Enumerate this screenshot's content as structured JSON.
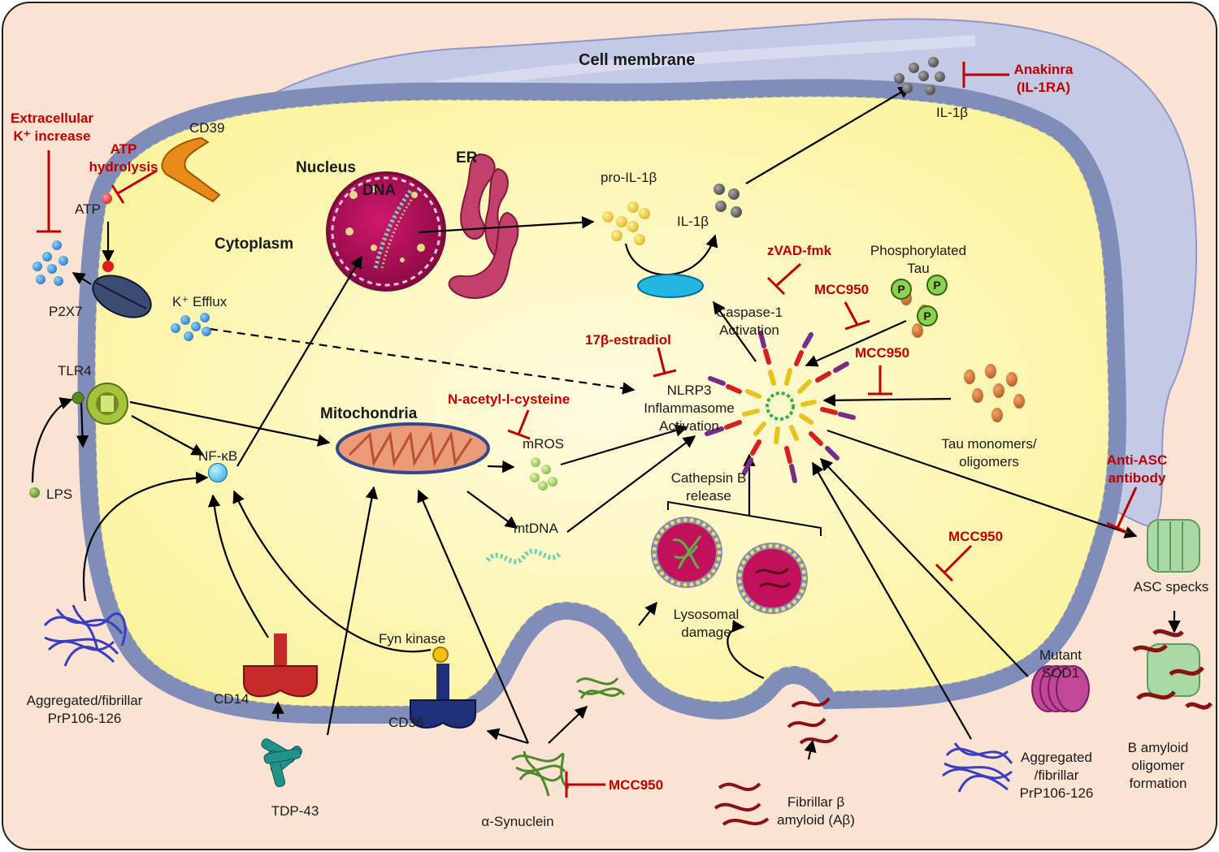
{
  "title": "Cell membrane",
  "compartments": {
    "nucleus": "Nucleus",
    "dna": "DNA",
    "er": "ER",
    "cytoplasm": "Cytoplasm",
    "mitochondria": "Mitochondria"
  },
  "labels": {
    "cd39": "CD39",
    "atp": "ATP",
    "p2x7": "P2X7",
    "k_efflux": "K⁺ Efflux",
    "tlr4": "TLR4",
    "lps": "LPS",
    "nfkb": "NF-κB",
    "pro_il1b": "pro-IL-1β",
    "il1b_inner": "IL-1β",
    "il1b_outer": "IL-1β",
    "caspase1_line1": "Caspase-1",
    "caspase1_line2": "Activation",
    "nlrp3_line1": "NLRP3",
    "nlrp3_line2": "Inflammasome",
    "nlrp3_line3": "Activation",
    "mros": "mROS",
    "mtdna": "mtDNA",
    "cathepsin_line1": "Cathepsin B",
    "cathepsin_line2": "release",
    "lysosomal_line1": "Lysosomal",
    "lysosomal_line2": "damage",
    "ptau_line1": "Phosphorylated",
    "ptau_line2": "Tau",
    "tau_mono_line1": "Tau monomers/",
    "tau_mono_line2": "oligomers",
    "asc_specks": "ASC specks",
    "bamyloid_line1": "B amyloid",
    "bamyloid_line2": "oligomer",
    "bamyloid_line3": "formation",
    "mutant_sod1_line1": "Mutant",
    "mutant_sod1_line2": "SOD1",
    "prp_right_line1": "Aggregated",
    "prp_right_line2": "/fibrillar",
    "prp_right_line3": "PrP106-126",
    "fibrillar_ab_line1": "Fibrillar β",
    "fibrillar_ab_line2": "amyloid (Aβ)",
    "asyn": "α-Synuclein",
    "cd36": "CD36",
    "fyn": "Fyn kinase",
    "cd14": "CD14",
    "tdp43": "TDP-43",
    "prp_left_line1": "Aggregated/fibrillar",
    "prp_left_line2": "PrP106-126",
    "p_marker": "P"
  },
  "inhibitors": {
    "extracellular_k_line1": "Extracellular",
    "extracellular_k_line2": "K⁺ increase",
    "atp_hydrolysis_line1": "ATP",
    "atp_hydrolysis_line2": "hydrolysis",
    "anakinra_line1": "Anakinra",
    "anakinra_line2": "(IL-1RA)",
    "zvad": "zVAD-fmk",
    "mcc950_ptau": "MCC950",
    "mcc950_tau": "MCC950",
    "estradiol": "17β-estradiol",
    "nac": "N-acetyl-l-cysteine",
    "anti_asc_line1": "Anti-ASC",
    "anti_asc_line2": "antibody",
    "mcc950_sod1": "MCC950",
    "mcc950_asyn": "MCC950"
  },
  "colors": {
    "background": "#fbe3d3",
    "membrane_fill": "#fcf7b5",
    "membrane_bead": "#e5d75a",
    "membrane_line": "#7f8db8",
    "inhibitor": "#c00000",
    "potassium": "#1a76c9",
    "nucleus": "#b1105a"
  }
}
